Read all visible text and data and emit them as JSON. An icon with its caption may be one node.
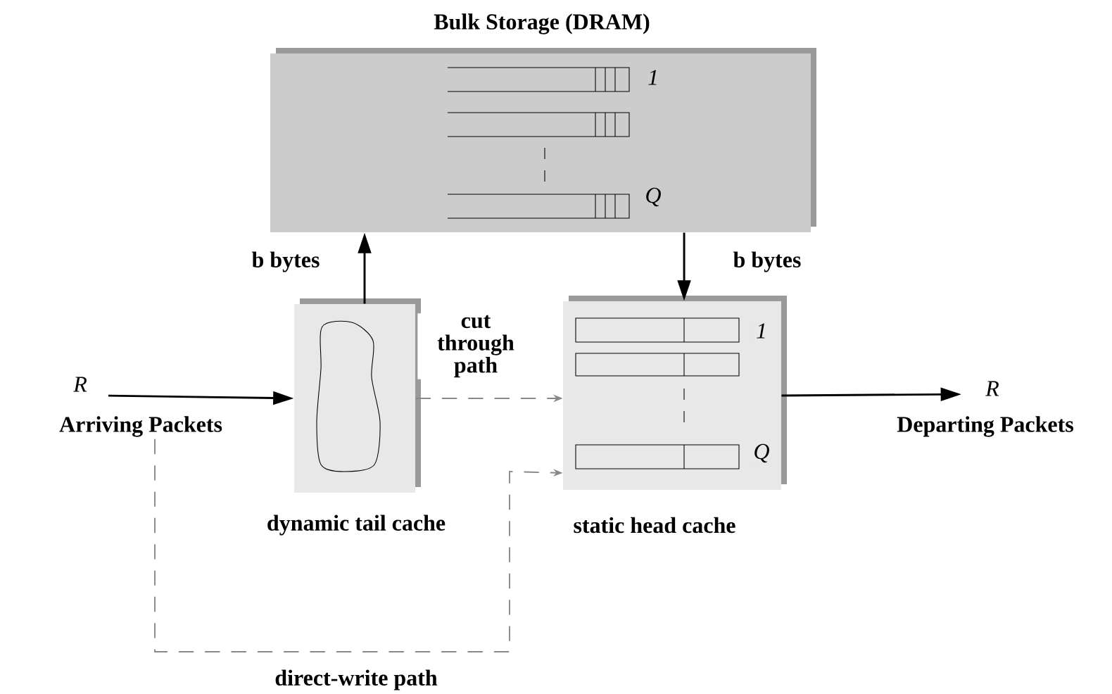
{
  "diagram": {
    "nodes": [
      {
        "text": [
          "Bulk Storage (DRAM)"
        ]
      },
      {
        "text": [
          "dynamic tail cache"
        ]
      },
      {
        "text": [
          "static head cache"
        ]
      },
      {
        "text": [
          "Arriving Packets"
        ]
      },
      {
        "text": [
          "Departing Packets"
        ]
      }
    ],
    "edges": [
      {
        "from": 3,
        "to": 1,
        "arrow": "to",
        "label": "R"
      },
      {
        "from": 1,
        "to": 0,
        "arrow": "to",
        "label": "b bytes"
      },
      {
        "from": 0,
        "to": 2,
        "arrow": "to",
        "label": "b bytes"
      },
      {
        "from": 1,
        "to": 2,
        "arrow": "to",
        "label": "cut through path",
        "style": "dashed",
        "color": "#888888"
      },
      {
        "from": 3,
        "to": 2,
        "arrow": "to",
        "label": "direct-write path",
        "style": "dashed",
        "color": "#888888"
      },
      {
        "from": 2,
        "to": 4,
        "arrow": "to",
        "label": "R"
      }
    ],
    "labels": [
      "1",
      "Q",
      "1",
      "Q"
    ]
  }
}
